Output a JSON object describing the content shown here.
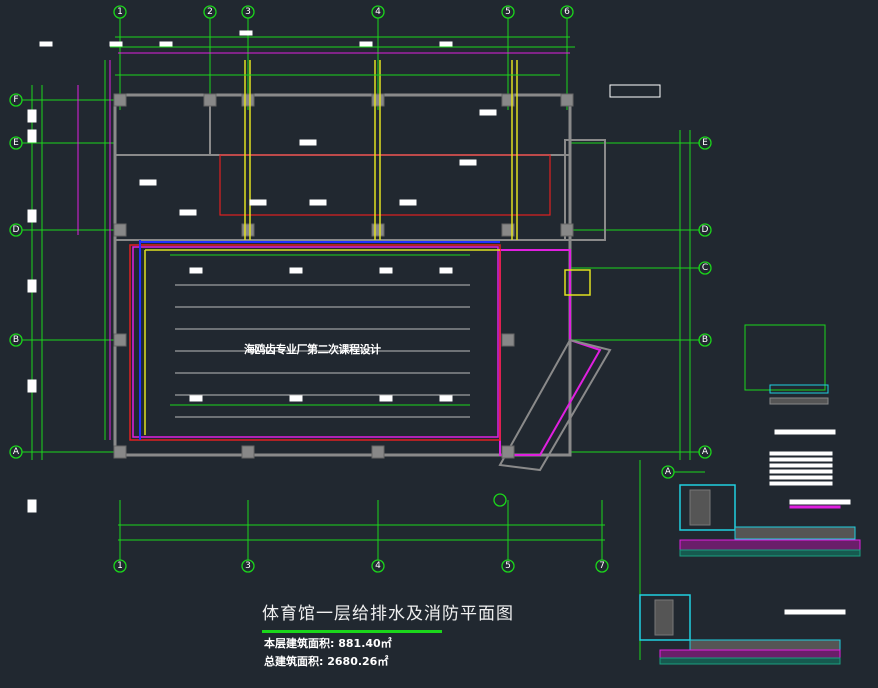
{
  "drawing": {
    "title": "体育馆一层给排水及消防平面图",
    "floor_area": "本层建筑面积: 881.40㎡",
    "total_area": "总建筑面积: 2680.26㎡",
    "center_note": "海鸥齿专业厂第二次课程设计"
  },
  "grid": {
    "top_columns": [
      "1",
      "2",
      "3",
      "4",
      "5",
      "6"
    ],
    "bottom_columns": [
      "1",
      "3",
      "4",
      "5",
      "7"
    ],
    "left_rows": [
      "F",
      "E",
      "D",
      "B",
      "A"
    ],
    "right_rows": [
      "E",
      "D",
      "C",
      "B",
      "A"
    ],
    "detail_marker": "A"
  },
  "colors": {
    "background": "#212830",
    "grid": "#1bd61b",
    "wall": "#8a8a8a",
    "magenta": "#e020e0",
    "red": "#e02020",
    "blue": "#2030ff",
    "cyan": "#20d0e0",
    "yellow": "#e0e020"
  }
}
